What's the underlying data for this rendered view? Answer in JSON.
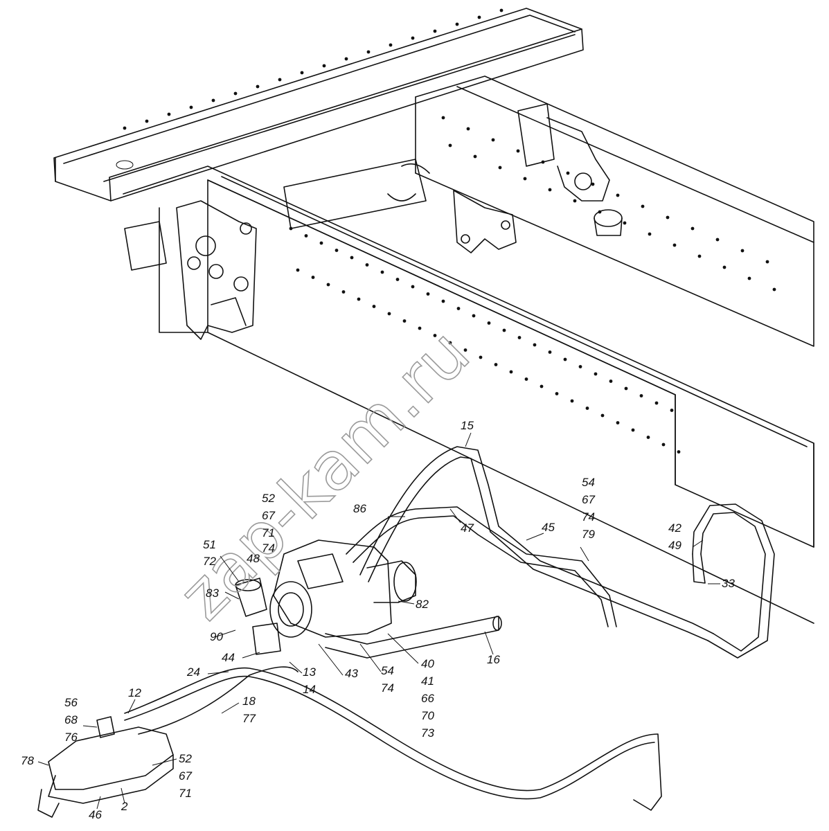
{
  "watermark": "zap-kam.ru",
  "labels": [
    {
      "id": "l15",
      "text": "15"
    },
    {
      "id": "l52a",
      "text": "52"
    },
    {
      "id": "l67a",
      "text": "67"
    },
    {
      "id": "l71a",
      "text": "71"
    },
    {
      "id": "l74a",
      "text": "74"
    },
    {
      "id": "l86",
      "text": "86"
    },
    {
      "id": "l47",
      "text": "47"
    },
    {
      "id": "l45",
      "text": "45"
    },
    {
      "id": "l54a",
      "text": "54"
    },
    {
      "id": "l67b",
      "text": "67"
    },
    {
      "id": "l74b",
      "text": "74"
    },
    {
      "id": "l79",
      "text": "79"
    },
    {
      "id": "l42",
      "text": "42"
    },
    {
      "id": "l49",
      "text": "49"
    },
    {
      "id": "l33",
      "text": "33"
    },
    {
      "id": "l51",
      "text": "51"
    },
    {
      "id": "l72",
      "text": "72"
    },
    {
      "id": "l48",
      "text": "48"
    },
    {
      "id": "l83",
      "text": "83"
    },
    {
      "id": "l90",
      "text": "90"
    },
    {
      "id": "l82",
      "text": "82"
    },
    {
      "id": "l16",
      "text": "16"
    },
    {
      "id": "l44",
      "text": "44"
    },
    {
      "id": "l13",
      "text": "13"
    },
    {
      "id": "l14",
      "text": "14"
    },
    {
      "id": "l43",
      "text": "43"
    },
    {
      "id": "l54b",
      "text": "54"
    },
    {
      "id": "l74c",
      "text": "74"
    },
    {
      "id": "l40",
      "text": "40"
    },
    {
      "id": "l41",
      "text": "41"
    },
    {
      "id": "l66",
      "text": "66"
    },
    {
      "id": "l70",
      "text": "70"
    },
    {
      "id": "l73",
      "text": "73"
    },
    {
      "id": "l24",
      "text": "24"
    },
    {
      "id": "l12",
      "text": "12"
    },
    {
      "id": "l18",
      "text": "18"
    },
    {
      "id": "l77",
      "text": "77"
    },
    {
      "id": "l56",
      "text": "56"
    },
    {
      "id": "l68",
      "text": "68"
    },
    {
      "id": "l76",
      "text": "76"
    },
    {
      "id": "l78",
      "text": "78"
    },
    {
      "id": "l52b",
      "text": "52"
    },
    {
      "id": "l67c",
      "text": "67"
    },
    {
      "id": "l71b",
      "text": "71"
    },
    {
      "id": "l46",
      "text": "46"
    },
    {
      "id": "l2",
      "text": "2"
    }
  ]
}
